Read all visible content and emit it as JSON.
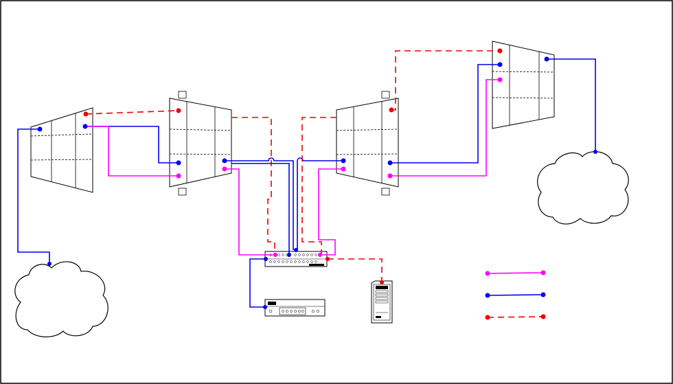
{
  "colors": {
    "magenta": "#ff00ff",
    "blue": "#0000ee",
    "red": "#ee0000",
    "black": "#000000",
    "background": "#ffffff"
  },
  "legend": [
    {
      "name": "legend-magenta-line",
      "color": "#ff00ff",
      "style": "solid"
    },
    {
      "name": "legend-blue-line",
      "color": "#0000ee",
      "style": "solid"
    },
    {
      "name": "legend-red-line",
      "color": "#ee0000",
      "style": "dashed"
    }
  ],
  "icons": [
    "cloud-icon",
    "router-icon",
    "switch-icon",
    "device-icon",
    "server-tower-icon"
  ]
}
